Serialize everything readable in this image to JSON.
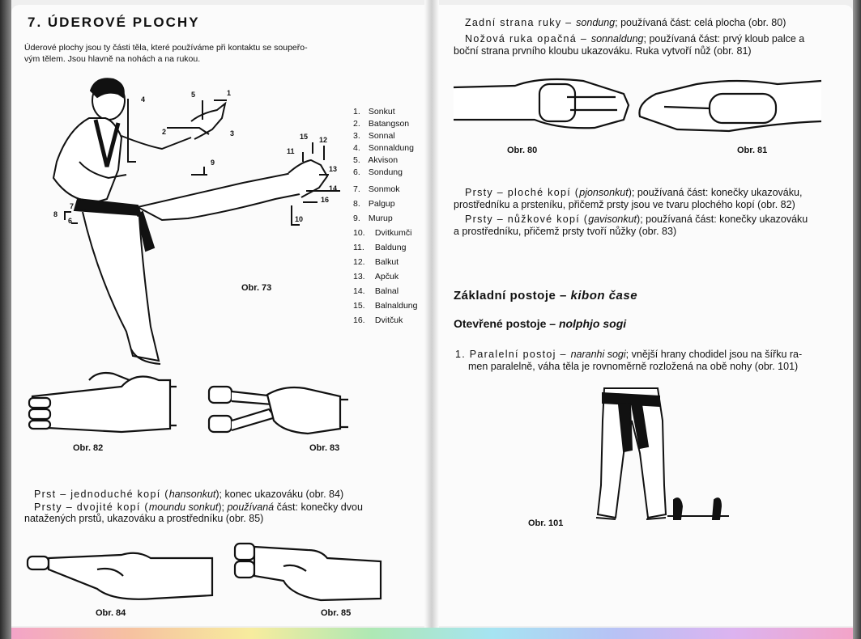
{
  "chapter_title": "7. ÚDEROVÉ PLOCHY",
  "intro_line1": "Úderové plochy jsou ty části těla, které používáme při kontaktu se soupeřo-",
  "intro_line2": "vým tělem. Jsou hlavně na nohách a na rukou.",
  "callouts": [
    "1",
    "2",
    "3",
    "4",
    "5",
    "6",
    "7",
    "8",
    "9",
    "10",
    "11",
    "12",
    "13",
    "14",
    "15",
    "16"
  ],
  "legend": [
    {
      "num": "1.",
      "label": "Sonkut"
    },
    {
      "num": "2.",
      "label": "Batangson"
    },
    {
      "num": "3.",
      "label": "Sonnal"
    },
    {
      "num": "4.",
      "label": "Sonnaldung"
    },
    {
      "num": "5.",
      "label": "Akvison"
    },
    {
      "num": "6.",
      "label": "Sondung"
    },
    {
      "num": "7.",
      "label": "Sonmok"
    },
    {
      "num": "8.",
      "label": "Palgup"
    },
    {
      "num": "9.",
      "label": "Murup"
    },
    {
      "num": "10.",
      "label": "Dvitkumči"
    },
    {
      "num": "11.",
      "label": "Baldung"
    },
    {
      "num": "12.",
      "label": "Balkut"
    },
    {
      "num": "13.",
      "label": "Apčuk"
    },
    {
      "num": "14.",
      "label": "Balnal"
    },
    {
      "num": "15.",
      "label": "Balnaldung"
    },
    {
      "num": "16.",
      "label": "Dvitčuk"
    }
  ],
  "figures": {
    "obr73": "Obr. 73",
    "obr82": "Obr. 82",
    "obr83": "Obr. 83",
    "obr84": "Obr. 84",
    "obr85": "Obr. 85",
    "obr80": "Obr. 80",
    "obr81": "Obr. 81",
    "obr101": "Obr. 101"
  },
  "left_text": {
    "p84_a": "Prst – jednoduché kopí (",
    "p84_term": "hansonkut",
    "p84_b": "); konec ukazováku (obr. 84)",
    "p85_a": "Prsty – dvojité kopí (",
    "p85_term": "moundu sonkut",
    "p85_b": "); ",
    "p85_term2": "používaná",
    "p85_c": " část: konečky dvou",
    "p85_line2": "natažených prstů, ukazováku a prostředníku (obr. 85)"
  },
  "right_text": {
    "p80_a": "Zadní strana ruky – ",
    "p80_term": "sondung",
    "p80_b": "; používaná část: celá plocha (obr. 80)",
    "p81_a": "Nožová ruka opačná – ",
    "p81_term": "sonnaldung",
    "p81_b": "; používaná část: prvý kloub palce a",
    "p81_line2": "boční strana prvního kloubu ukazováku. Ruka vytvoří nůž (obr. 81)",
    "p82_a": "Prsty – ploché kopí (",
    "p82_term": "pjonsonkut",
    "p82_b": "); používaná část: konečky ukazováku,",
    "p82_line2": "prostředníku a prsteníku, přičemž prsty jsou ve tvaru plochého kopí (obr. 82)",
    "p83_a": "Prsty – nůžkové kopí (",
    "p83_term": "gavisonkut",
    "p83_b": "); používaná část: konečky ukazováku",
    "p83_line2": "a prostředníku, přičemž prsty tvoří nůžky (obr. 83)",
    "h_stances_a": "Základní postoje – ",
    "h_stances_term": "kibon čase",
    "h_open_a": "Otevřené postoje – ",
    "h_open_term": "nolphjo sogi",
    "p101_a": "1. Paralelní postoj – ",
    "p101_term": "naranhi sogi",
    "p101_b": "; vnější hrany chodidel jsou na šířku ra-",
    "p101_line2": "men paralelně, váha těla je rovnoměrně rozložená na obě nohy (obr. 101)"
  }
}
